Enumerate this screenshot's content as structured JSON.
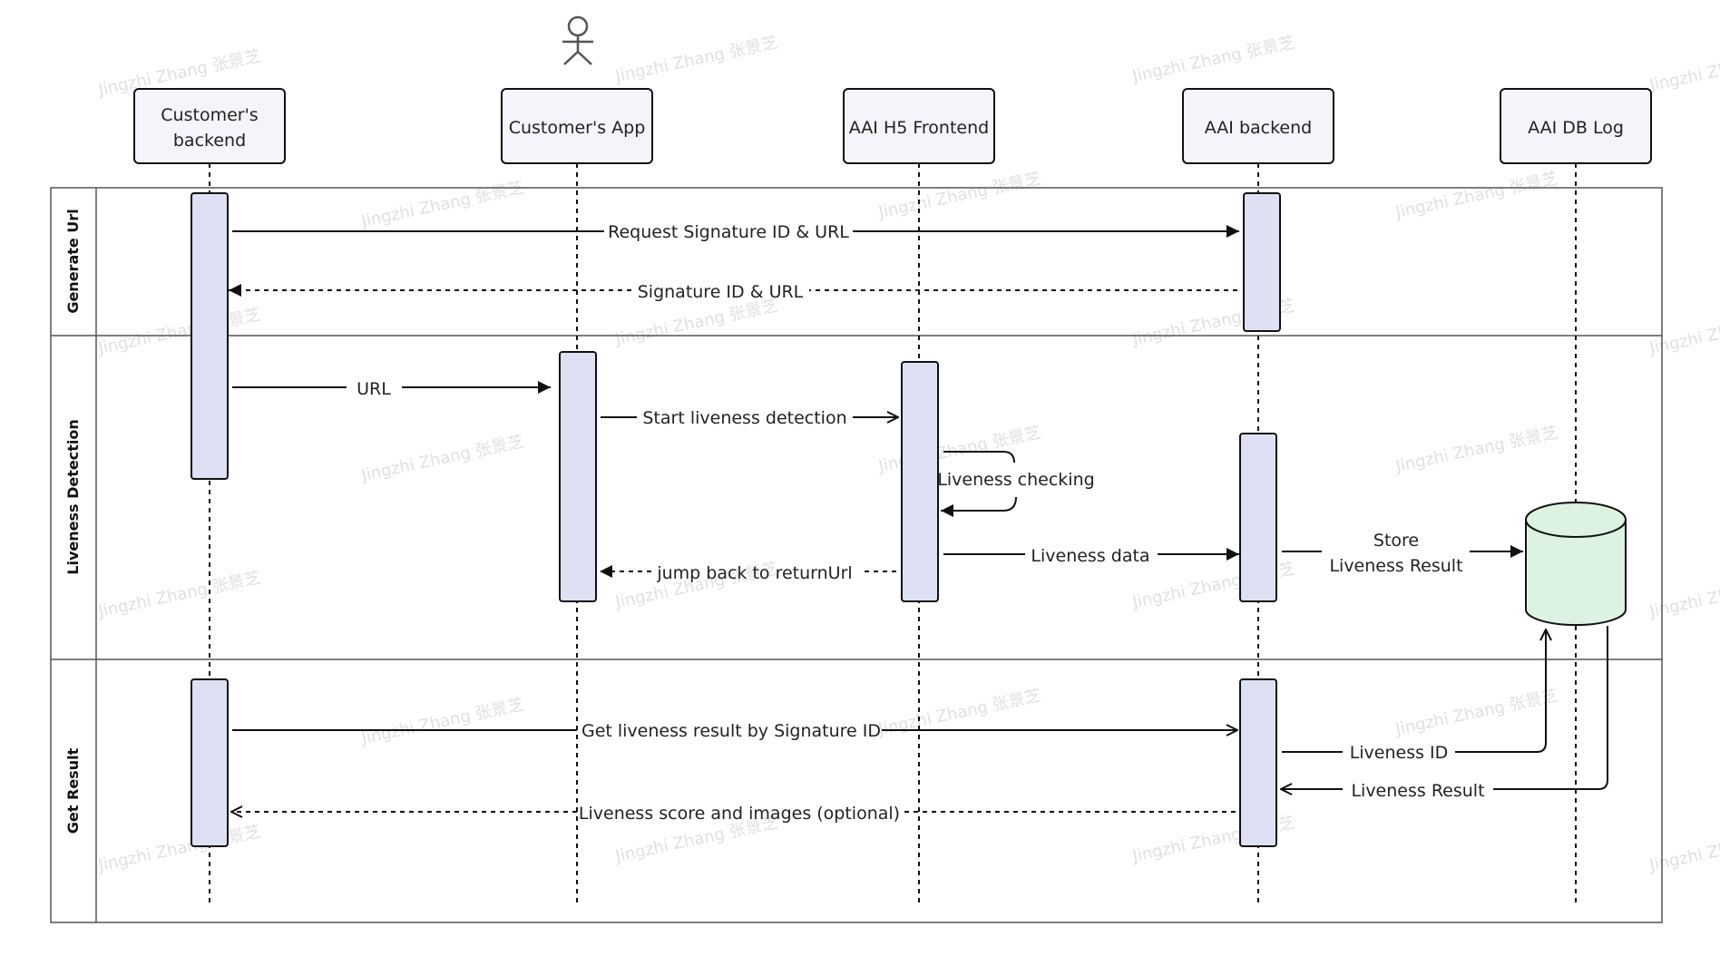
{
  "participants": [
    {
      "id": "cust_backend",
      "lines": [
        "Customer's",
        "backend"
      ]
    },
    {
      "id": "cust_app",
      "lines": [
        "Customer's App"
      ],
      "actor": true
    },
    {
      "id": "h5",
      "lines": [
        "AAI H5 Frontend"
      ]
    },
    {
      "id": "aai_backend",
      "lines": [
        "AAI backend"
      ]
    },
    {
      "id": "db",
      "lines": [
        "AAI DB Log"
      ]
    }
  ],
  "lanes": [
    {
      "id": "generate",
      "label": "Generate Url"
    },
    {
      "id": "liveness",
      "label": "Liveness Detection"
    },
    {
      "id": "result",
      "label": "Get Result"
    }
  ],
  "messages": [
    {
      "id": "m1",
      "label": "Request Signature ID & URL",
      "style": "solid"
    },
    {
      "id": "m2",
      "label": "Signature ID & URL",
      "style": "dashed"
    },
    {
      "id": "m3",
      "label": "URL",
      "style": "solid"
    },
    {
      "id": "m4",
      "label": "Start liveness detection",
      "style": "solid"
    },
    {
      "id": "m5",
      "label": "Liveness checking",
      "style": "solid"
    },
    {
      "id": "m6",
      "label": "jump back to returnUrl",
      "style": "dashed"
    },
    {
      "id": "m7",
      "label": "Liveness data",
      "style": "solid"
    },
    {
      "id": "m8",
      "label": "Store\nLiveness Result",
      "style": "solid"
    },
    {
      "id": "m9",
      "label": "Get liveness result by Signature ID",
      "style": "solid"
    },
    {
      "id": "m10",
      "label": "Liveness ID",
      "style": "solid"
    },
    {
      "id": "m11",
      "label": "Liveness Result",
      "style": "solid"
    },
    {
      "id": "m12",
      "label": "Liveness score and images (optional)",
      "style": "dashed"
    }
  ],
  "watermark": "Jingzhi Zhang 张景芝",
  "colors": {
    "activation": "#dde1f3",
    "box": "#f3f5fb",
    "database": "#dcf3e1",
    "line": "#111111"
  }
}
